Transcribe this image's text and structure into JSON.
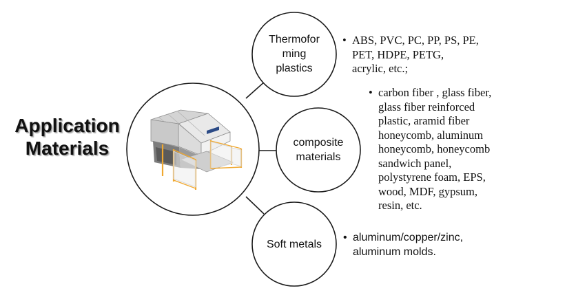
{
  "title": {
    "line1": "Application",
    "line2": "Materials"
  },
  "center_image": {
    "icon": "thermoforming-machine-icon",
    "accent": "#f0a830",
    "panel": "#e7e7e7",
    "badge": "#2b4a86"
  },
  "nodes": [
    {
      "label_lines": [
        "Thermofor",
        "ming",
        "plastics"
      ],
      "bullets": [
        "ABS, PVC, PC, PP, PS, PE, PET, HDPE, PETG, acrylic, etc.;"
      ]
    },
    {
      "label_lines": [
        "composite",
        "materials"
      ],
      "bullets": [
        "carbon fiber , glass fiber, glass fiber reinforced plastic, aramid fiber honeycomb, aluminum honeycomb, honeycomb sandwich panel, polystyrene foam, EPS, wood, MDF, gypsum, resin, etc."
      ]
    },
    {
      "label_lines": [
        "Soft metals"
      ],
      "bullets": [
        "aluminum/copper/zinc, aluminum molds."
      ]
    }
  ],
  "colors": {
    "outline": "#1a1a1a",
    "background": "#ffffff"
  }
}
